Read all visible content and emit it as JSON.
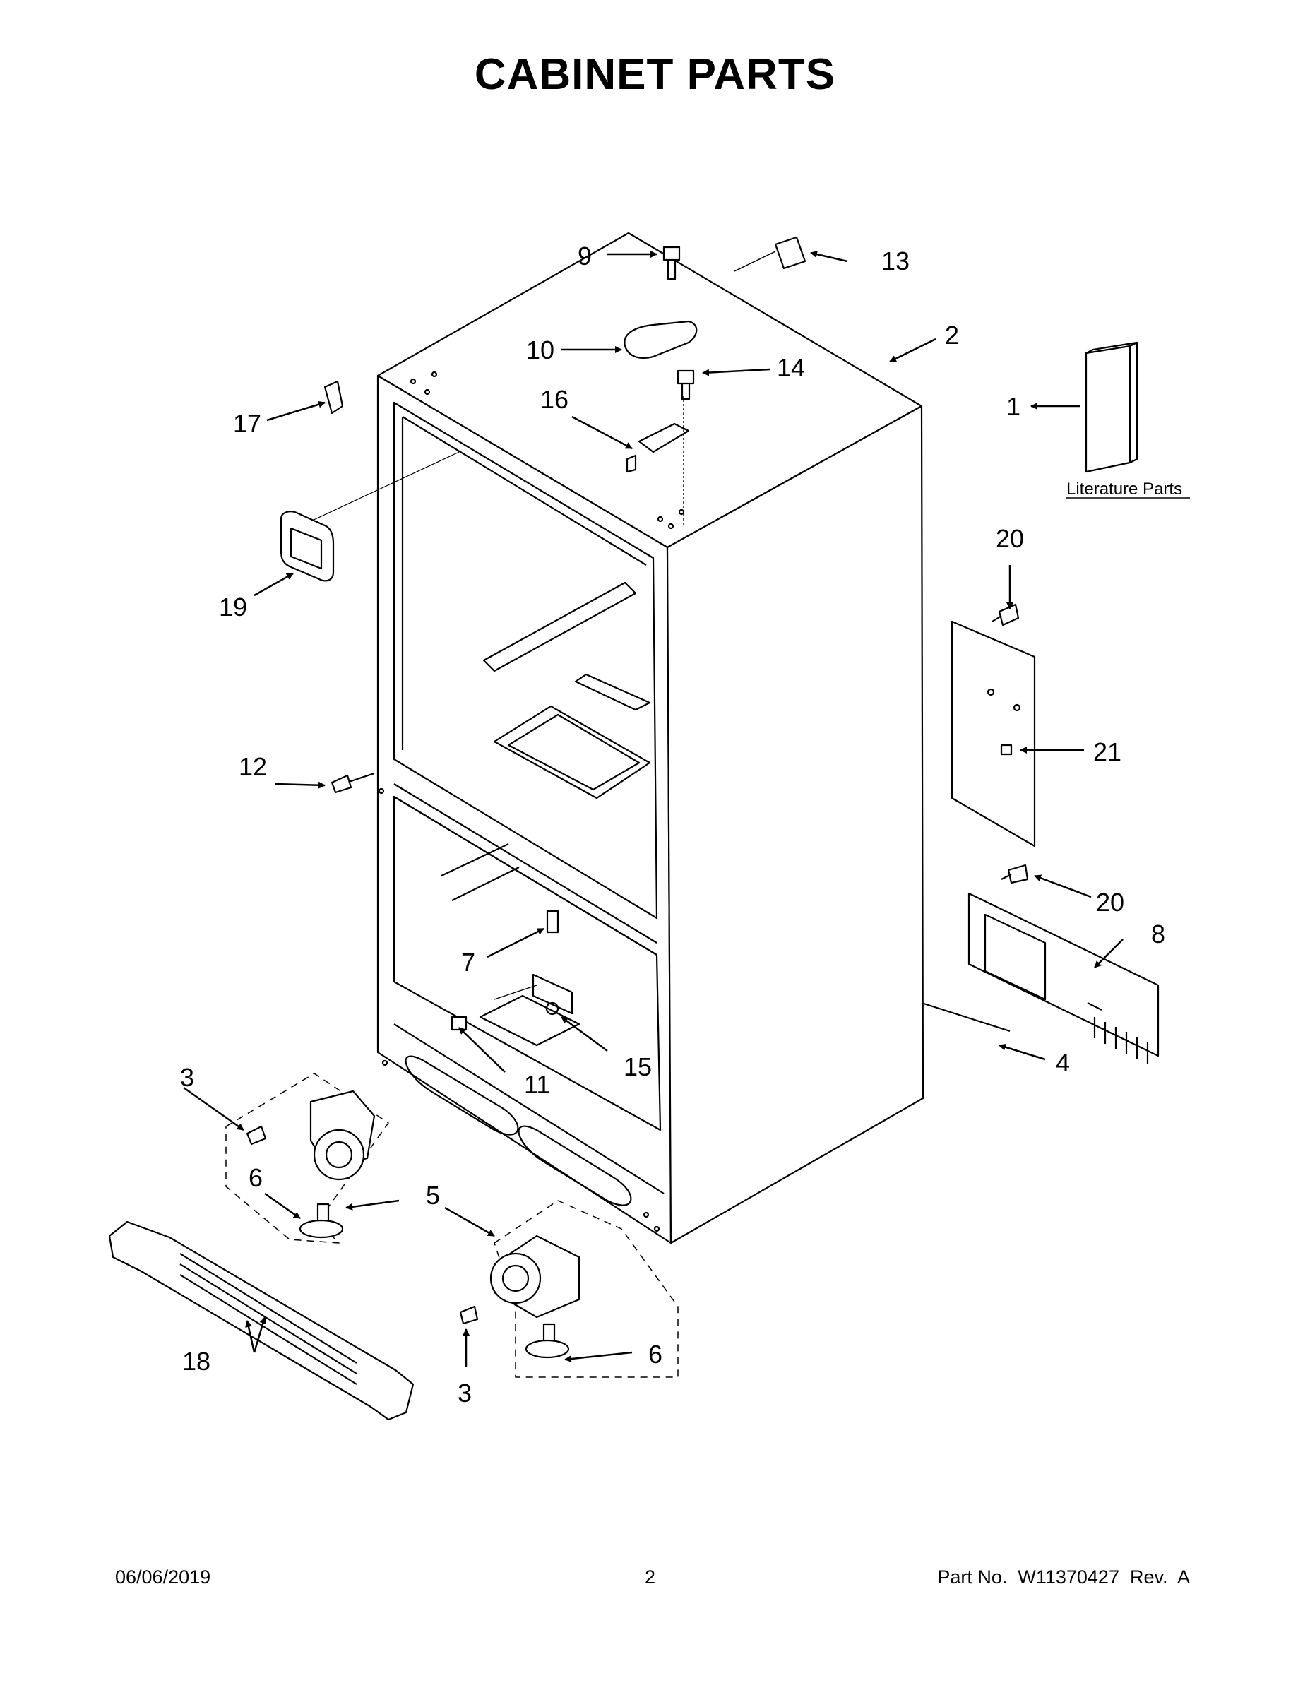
{
  "title": "CABINET PARTS",
  "literature_label": "Literature Parts",
  "callouts": {
    "c1": "1",
    "c2": "2",
    "c3a": "3",
    "c3b": "3",
    "c4": "4",
    "c5": "5",
    "c6a": "6",
    "c6b": "6",
    "c7": "7",
    "c8": "8",
    "c9": "9",
    "c10": "10",
    "c11": "11",
    "c12": "12",
    "c13": "13",
    "c14": "14",
    "c15": "15",
    "c16": "16",
    "c17": "17",
    "c18": "18",
    "c19": "19",
    "c20a": "20",
    "c20b": "20",
    "c21": "21"
  },
  "footer": {
    "date": "06/06/2019",
    "page": "2",
    "part_no": "Part No.  W11370427  Rev.  A"
  }
}
